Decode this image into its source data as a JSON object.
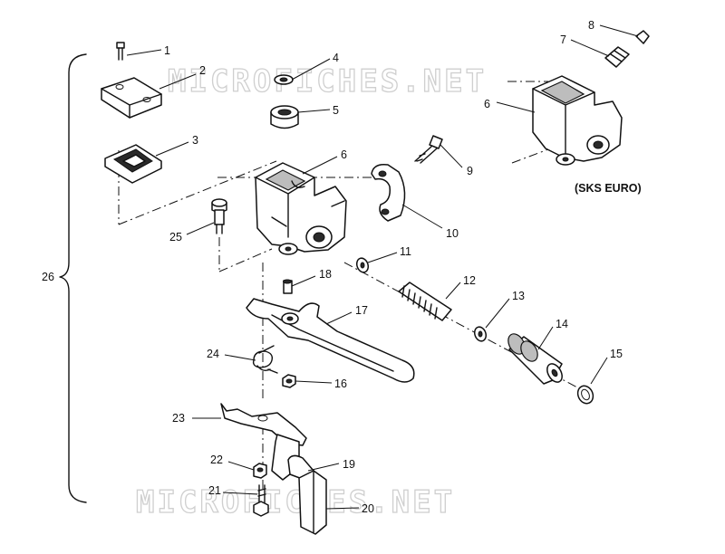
{
  "diagram": {
    "variant_label": "(SKS EURO)",
    "watermarks": [
      "MICROFICHES.NET",
      "MICROFICHES.NET"
    ],
    "callouts": [
      "1",
      "2",
      "3",
      "4",
      "5",
      "6",
      "6",
      "7",
      "8",
      "9",
      "10",
      "11",
      "12",
      "13",
      "14",
      "15",
      "16",
      "17",
      "18",
      "19",
      "20",
      "21",
      "22",
      "23",
      "24",
      "25",
      "26"
    ]
  }
}
